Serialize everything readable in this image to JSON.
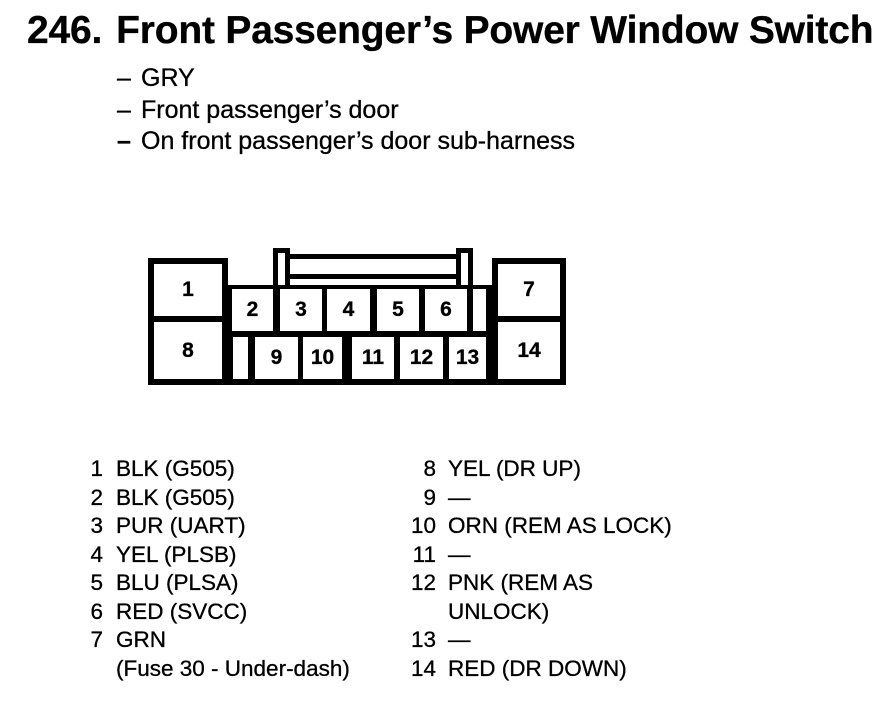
{
  "header": {
    "number": "246.",
    "title": "Front Passenger’s Power Window Switch",
    "bullet_dash": "–",
    "bullets": [
      "GRY",
      "Front passenger’s door",
      "On front passenger’s door sub-harness"
    ]
  },
  "connector": {
    "pins": [
      "1",
      "2",
      "3",
      "4",
      "5",
      "6",
      "7",
      "8",
      "9",
      "10",
      "11",
      "12",
      "13",
      "14"
    ]
  },
  "pin_table": {
    "left": [
      {
        "num": "1",
        "label": "BLK (G505)"
      },
      {
        "num": "2",
        "label": "BLK (G505)"
      },
      {
        "num": "3",
        "label": "PUR (UART)"
      },
      {
        "num": "4",
        "label": "YEL (PLSB)"
      },
      {
        "num": "5",
        "label": "BLU (PLSA)"
      },
      {
        "num": "6",
        "label": "RED (SVCC)"
      },
      {
        "num": "7",
        "label": "GRN\n(Fuse 30 - Under-dash)"
      }
    ],
    "right": [
      {
        "num": "8",
        "label": "YEL (DR UP)"
      },
      {
        "num": "9",
        "label": "—"
      },
      {
        "num": "10",
        "label": "ORN (REM AS LOCK)"
      },
      {
        "num": "11",
        "label": "—"
      },
      {
        "num": "12",
        "label": "PNK (REM AS\nUNLOCK)"
      },
      {
        "num": "13",
        "label": "—"
      },
      {
        "num": "14",
        "label": "RED (DR DOWN)"
      }
    ]
  },
  "colors": {
    "ink": "#000000",
    "paper": "#ffffff"
  }
}
